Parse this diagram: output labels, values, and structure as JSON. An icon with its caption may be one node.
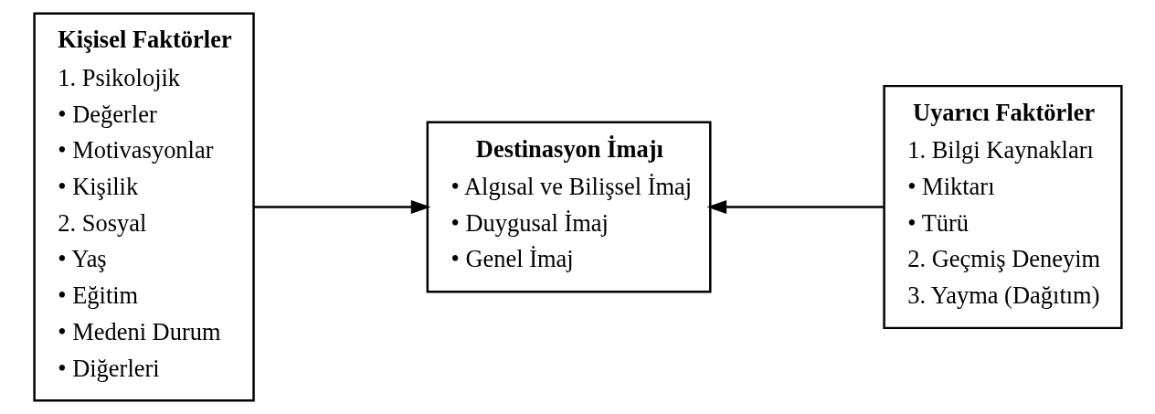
{
  "diagram": {
    "nodes": [
      {
        "text": [
          "Kişisel Faktörler",
          "1. Psikolojik",
          "• Değerler",
          "• Motivasyonlar",
          "• Kişilik",
          "2. Sosyal",
          "• Yaş",
          "• Eğitim",
          "• Medeni Durum",
          "• Diğerleri"
        ]
      },
      {
        "text": [
          "Destinasyon İmajı",
          "• Algısal ve Bilişsel İmaj",
          "• Duygusal İmaj",
          "• Genel İmaj"
        ]
      },
      {
        "text": [
          "Uyarıcı Faktörler",
          "1. Bilgi Kaynakları",
          "• Miktarı",
          "• Türü",
          "2. Geçmiş Deneyim",
          "3. Yayma (Dağıtım)"
        ]
      }
    ],
    "edges": [
      {
        "from": 0,
        "to": 1,
        "arrow": "to"
      },
      {
        "from": 2,
        "to": 1,
        "arrow": "to"
      }
    ]
  }
}
